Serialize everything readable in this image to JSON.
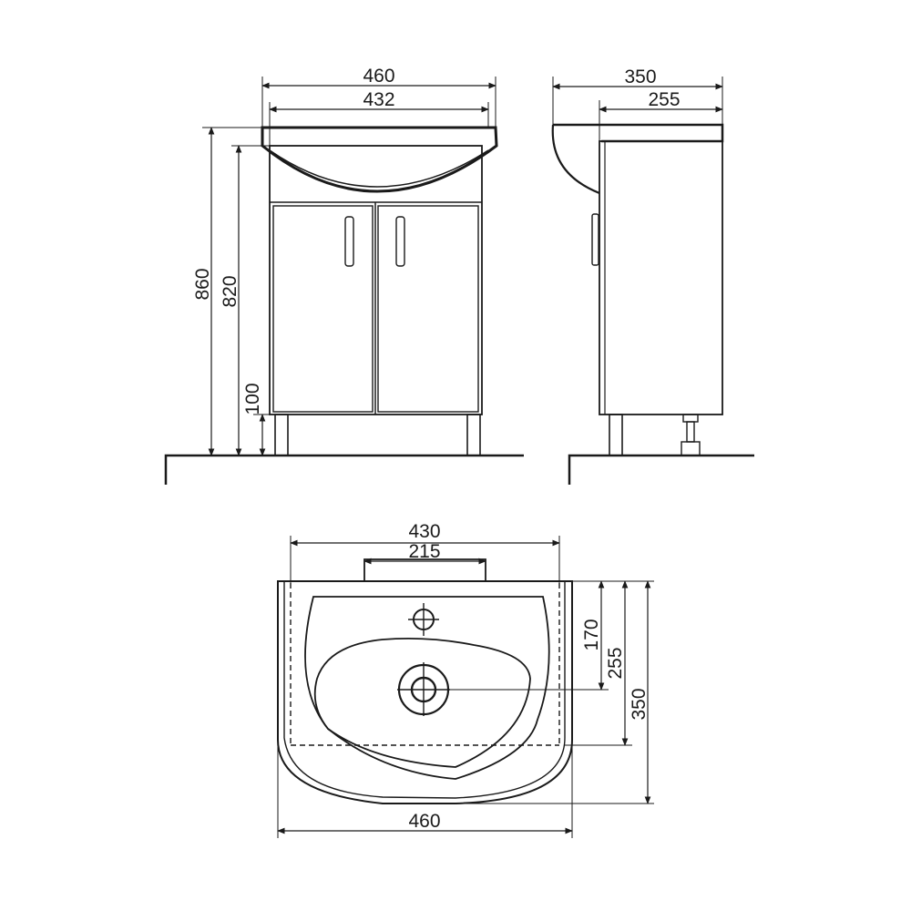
{
  "front_view": {
    "overall_width": "460",
    "inner_width": "432",
    "total_height": "860",
    "cabinet_height": "820",
    "leg_height": "100"
  },
  "side_view": {
    "overall_depth": "350",
    "cabinet_depth": "255"
  },
  "top_view": {
    "top_width": "430",
    "tap_deck_width": "215",
    "tap_hole_offset": "170",
    "drain_offset": "255",
    "overall_depth": "350",
    "bottom_width": "460"
  },
  "colors": {
    "line": "#1a1a1a",
    "background": "#ffffff"
  }
}
